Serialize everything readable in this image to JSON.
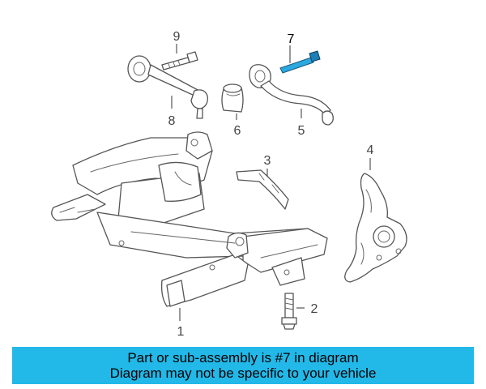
{
  "diagram": {
    "callouts": {
      "c1": "1",
      "c2": "2",
      "c3": "3",
      "c4": "4",
      "c5": "5",
      "c6": "6",
      "c7": "7",
      "c8": "8",
      "c9": "9"
    },
    "highlighted_part": "7",
    "highlight_color": "#2aa8e0"
  },
  "banner": {
    "line1": "Part or sub-assembly is #7 in diagram",
    "line2": "Diagram may not be specific to your vehicle",
    "background": "#22b8e8"
  }
}
